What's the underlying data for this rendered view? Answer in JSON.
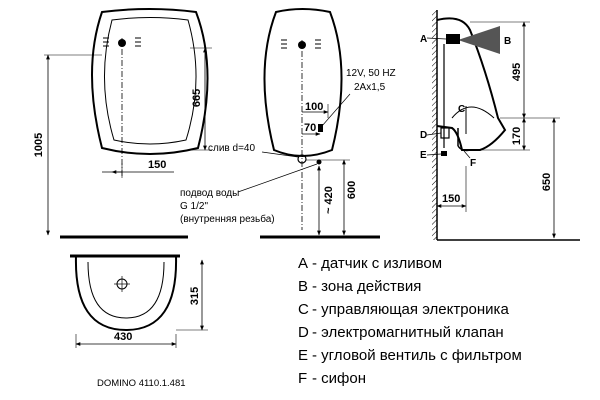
{
  "front_view": {
    "height_label": "665",
    "total_height_label": "1005",
    "outlet_offset_label": "150"
  },
  "side_section": {
    "label_100": "100",
    "label_70": "70",
    "label_600": "600",
    "label_420": "~ 420",
    "power_spec_line1": "12V, 50 HZ",
    "power_spec_line2": "2Ax1,5",
    "drain_label": "слив d=40",
    "water_label_line1": "подвод воды",
    "water_label_line2": "G 1/2\"",
    "water_label_line3": "(внутренняя резьба)"
  },
  "profile_view": {
    "label_495": "495",
    "label_170": "170",
    "label_650": "650",
    "label_150": "150",
    "callouts": {
      "a": "A",
      "b": "B",
      "c": "C",
      "d": "D",
      "e": "E",
      "f": "F"
    }
  },
  "top_view": {
    "depth_label": "315",
    "width_label": "430"
  },
  "model_label": "DOMINO 4110.1.481",
  "legend": [
    {
      "key": "A",
      "text": "- датчик с изливом"
    },
    {
      "key": "B",
      "text": "- зона действия"
    },
    {
      "key": "C",
      "text": "- управляющая электроника"
    },
    {
      "key": "D",
      "text": "- электромагнитный клапан"
    },
    {
      "key": "E",
      "text": "- угловой вентиль с фильтром"
    },
    {
      "key": "F",
      "text": "- сифон"
    }
  ]
}
